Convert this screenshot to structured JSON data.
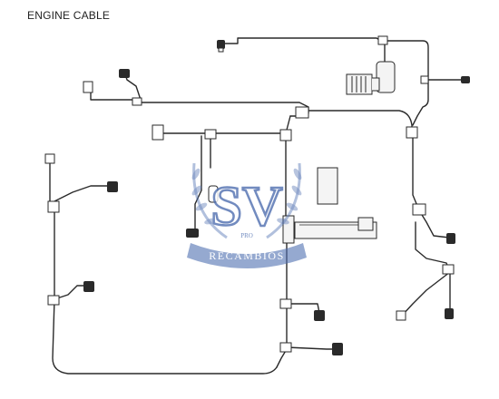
{
  "title": "ENGINE CABLE",
  "watermark": {
    "monogram": "SV",
    "pro": "PRO",
    "ribbon_text": "RECAMBIOS",
    "color": "#4f6fb0"
  },
  "colors": {
    "line": "#2a2a2a",
    "background": "#ffffff"
  }
}
